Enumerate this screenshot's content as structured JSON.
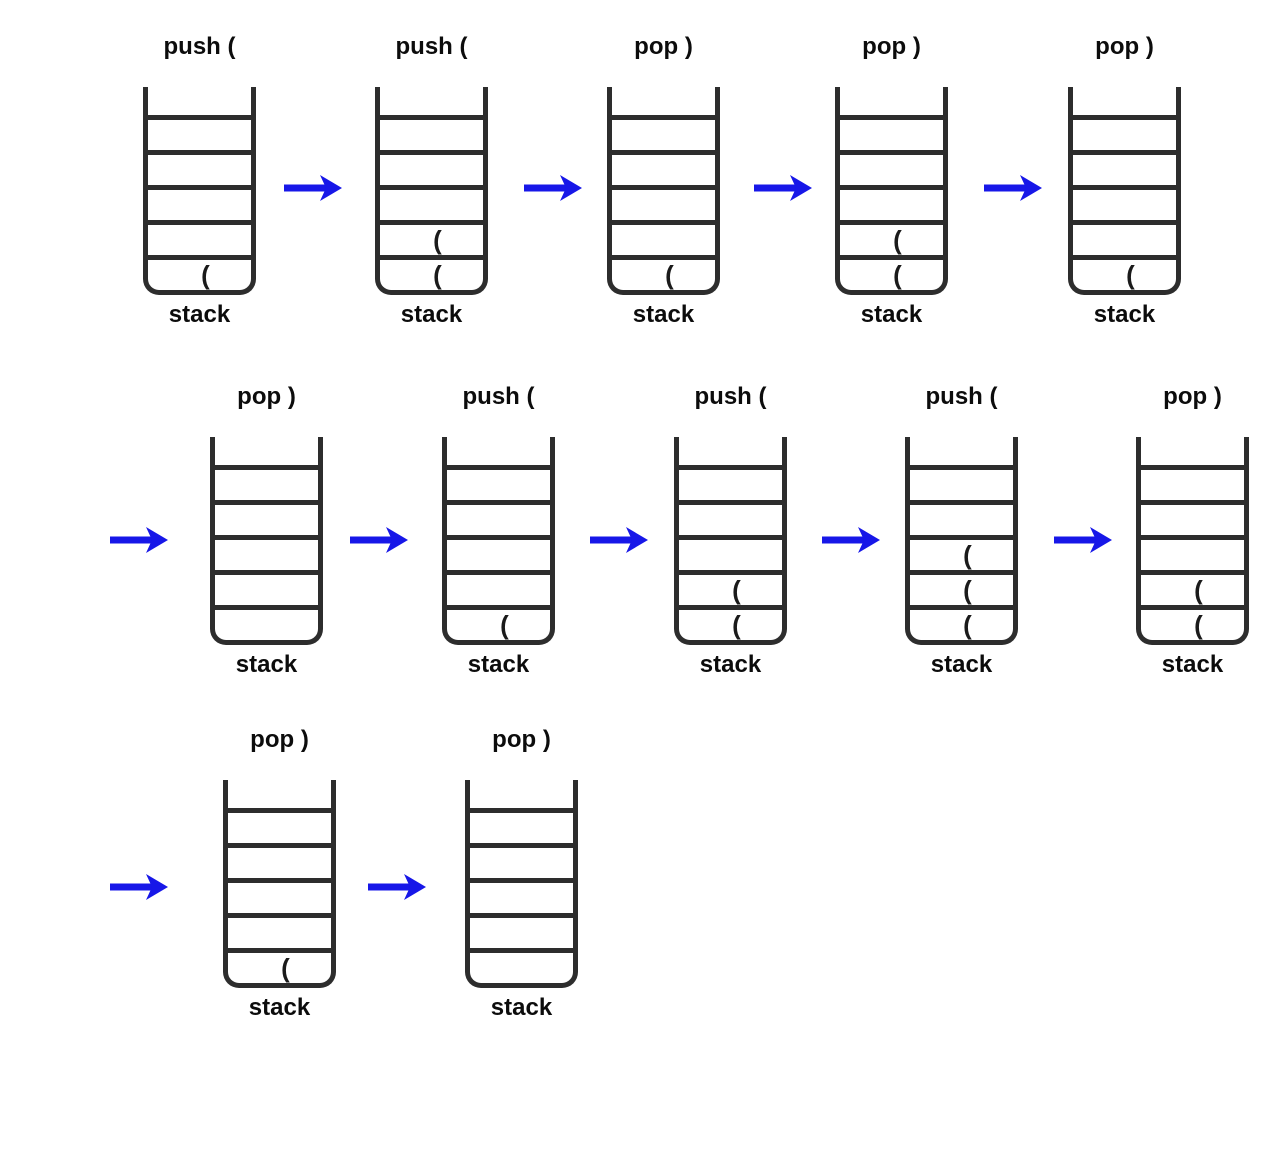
{
  "caption": "stack",
  "colors": {
    "arrow": "#1717e8",
    "stroke": "#2d2d2d"
  },
  "stacks": [
    {
      "label": "push (",
      "cells": [
        "",
        "",
        "",
        "",
        "",
        "("
      ]
    },
    {
      "label": "push (",
      "cells": [
        "",
        "",
        "",
        "",
        "(",
        "("
      ]
    },
    {
      "label": "pop )",
      "cells": [
        "",
        "",
        "",
        "",
        "",
        "("
      ]
    },
    {
      "label": "pop )",
      "cells": [
        "",
        "",
        "",
        "",
        "(",
        "("
      ]
    },
    {
      "label": "pop )",
      "cells": [
        "",
        "",
        "",
        "",
        "",
        "("
      ]
    },
    {
      "label": "pop )",
      "cells": [
        "",
        "",
        "",
        "",
        "",
        ""
      ]
    },
    {
      "label": "push (",
      "cells": [
        "",
        "",
        "",
        "",
        "",
        "("
      ]
    },
    {
      "label": "push (",
      "cells": [
        "",
        "",
        "",
        "",
        "(",
        "("
      ]
    },
    {
      "label": "push (",
      "cells": [
        "",
        "",
        "",
        "(",
        "(",
        "("
      ]
    },
    {
      "label": "pop )",
      "cells": [
        "",
        "",
        "",
        "",
        "(",
        "("
      ]
    },
    {
      "label": "pop )",
      "cells": [
        "",
        "",
        "",
        "",
        "",
        "("
      ]
    },
    {
      "label": "pop )",
      "cells": [
        "",
        "",
        "",
        "",
        "",
        ""
      ]
    }
  ]
}
